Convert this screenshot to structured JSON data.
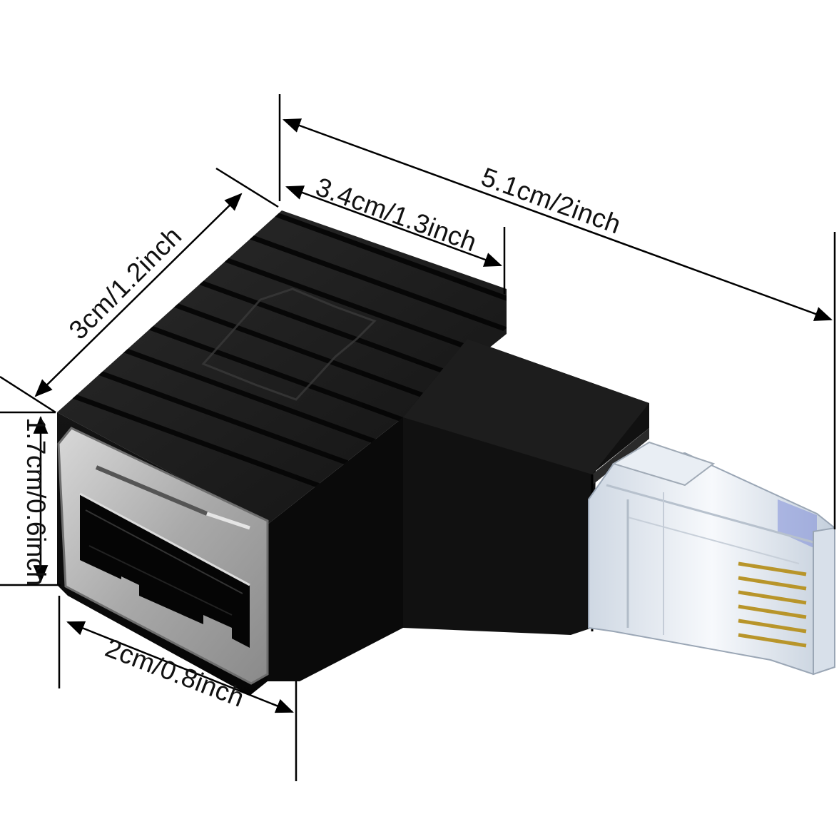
{
  "product": {
    "name": "",
    "colors": {
      "body": "#0d0d0d",
      "body_highlight": "#2a2a2a",
      "shell": "#b9b9b9",
      "plug": "#e8eef5",
      "contacts": "#c9a227",
      "dimension_line": "#000000"
    }
  },
  "dimensions": {
    "total_length": "5.1cm/2inch",
    "body_length": "3.4cm/1.3inch",
    "depth": "3cm/1.2inch",
    "port_height": "1.7cm/0.6inch",
    "port_width": "2cm/0.8inch"
  }
}
